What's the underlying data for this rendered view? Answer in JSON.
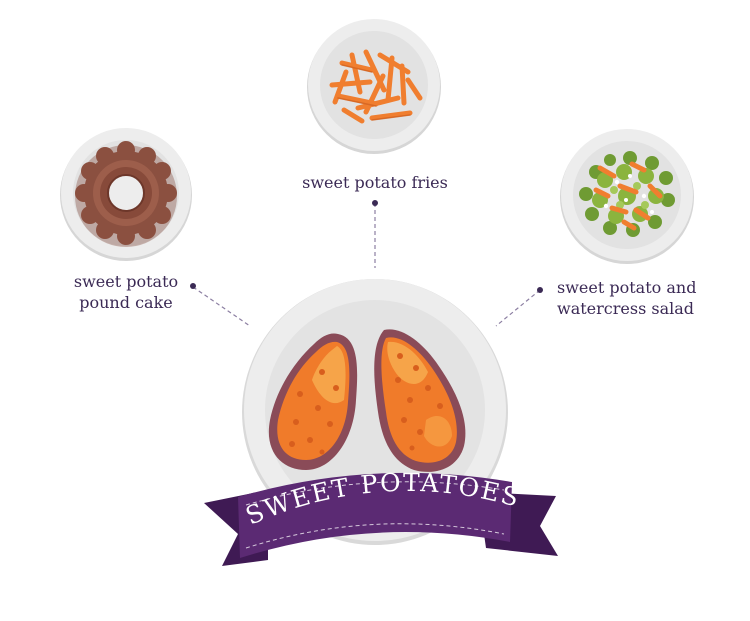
{
  "colors": {
    "text": "#3b2a55",
    "connector": "#8c7fa2",
    "plate": "#ededed",
    "plate_rim": "#d9d9d9",
    "ribbon": "#5b2a73",
    "ribbon_dark": "#3f1a54",
    "potato_skin": "#8a4b58",
    "potato_flesh": "#f07b2a",
    "potato_light": "#f6a449",
    "cake": "#8b5040",
    "fries": "#f07e2f",
    "greens": "#8bb43e"
  },
  "banner": {
    "title": "SWEET POTATOES"
  },
  "dishes": {
    "cake": {
      "label_line1": "sweet potato",
      "label_line2": "pound cake",
      "icon": "bundt-cake-icon"
    },
    "fries": {
      "label": "sweet potato fries",
      "icon": "fries-icon"
    },
    "salad": {
      "label_line1": "sweet potato and",
      "label_line2": "watercress salad",
      "icon": "salad-icon"
    }
  }
}
